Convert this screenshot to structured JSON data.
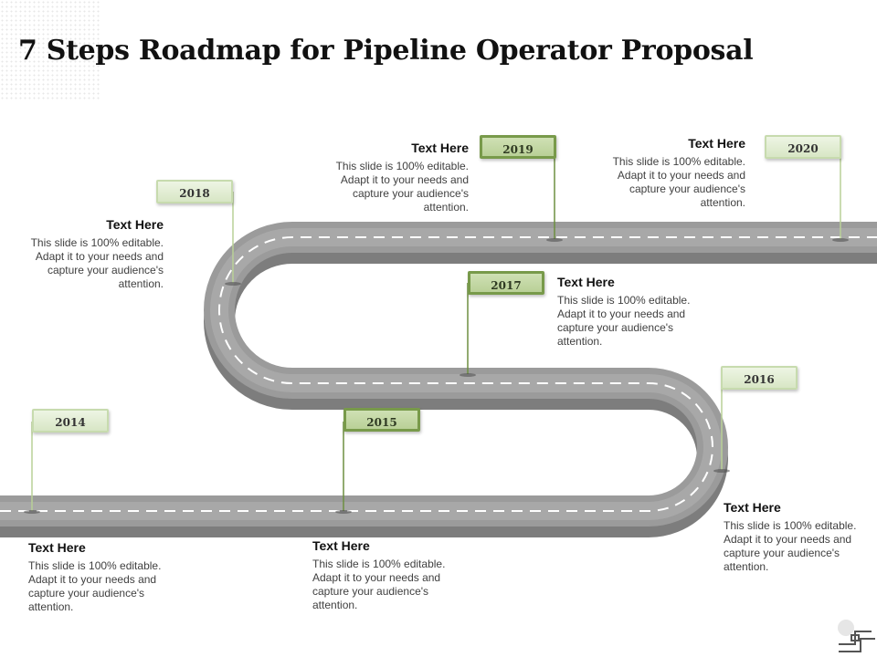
{
  "title": "7 Steps Roadmap for Pipeline Operator Proposal",
  "colors": {
    "road": "#9b9b9b",
    "road_edge": "#7d7d7d",
    "flag_light": "#d8e6c5",
    "flag_dark": "#789a4a"
  },
  "milestones": [
    {
      "year": "2014",
      "heading": "Text Here",
      "body": "This slide is 100% editable. Adapt it to your needs and capture your audience's attention."
    },
    {
      "year": "2015",
      "heading": "Text Here",
      "body": "This slide is 100% editable. Adapt it to your needs and capture your audience's attention."
    },
    {
      "year": "2016",
      "heading": "Text Here",
      "body": "This slide is 100% editable. Adapt it to your needs and capture your audience's attention."
    },
    {
      "year": "2017",
      "heading": "Text Here",
      "body": "This slide is 100% editable. Adapt it to your needs and capture your audience's attention."
    },
    {
      "year": "2018",
      "heading": "Text Here",
      "body": "This slide is 100% editable. Adapt it to your needs and capture your audience's attention."
    },
    {
      "year": "2019",
      "heading": "Text Here",
      "body": "This slide is 100% editable. Adapt it to your needs and capture your audience's attention."
    },
    {
      "year": "2020",
      "heading": "Text Here",
      "body": "This slide is 100% editable. Adapt it to your needs and capture your audience's attention."
    }
  ],
  "logo_icon": "pipeline-icon"
}
